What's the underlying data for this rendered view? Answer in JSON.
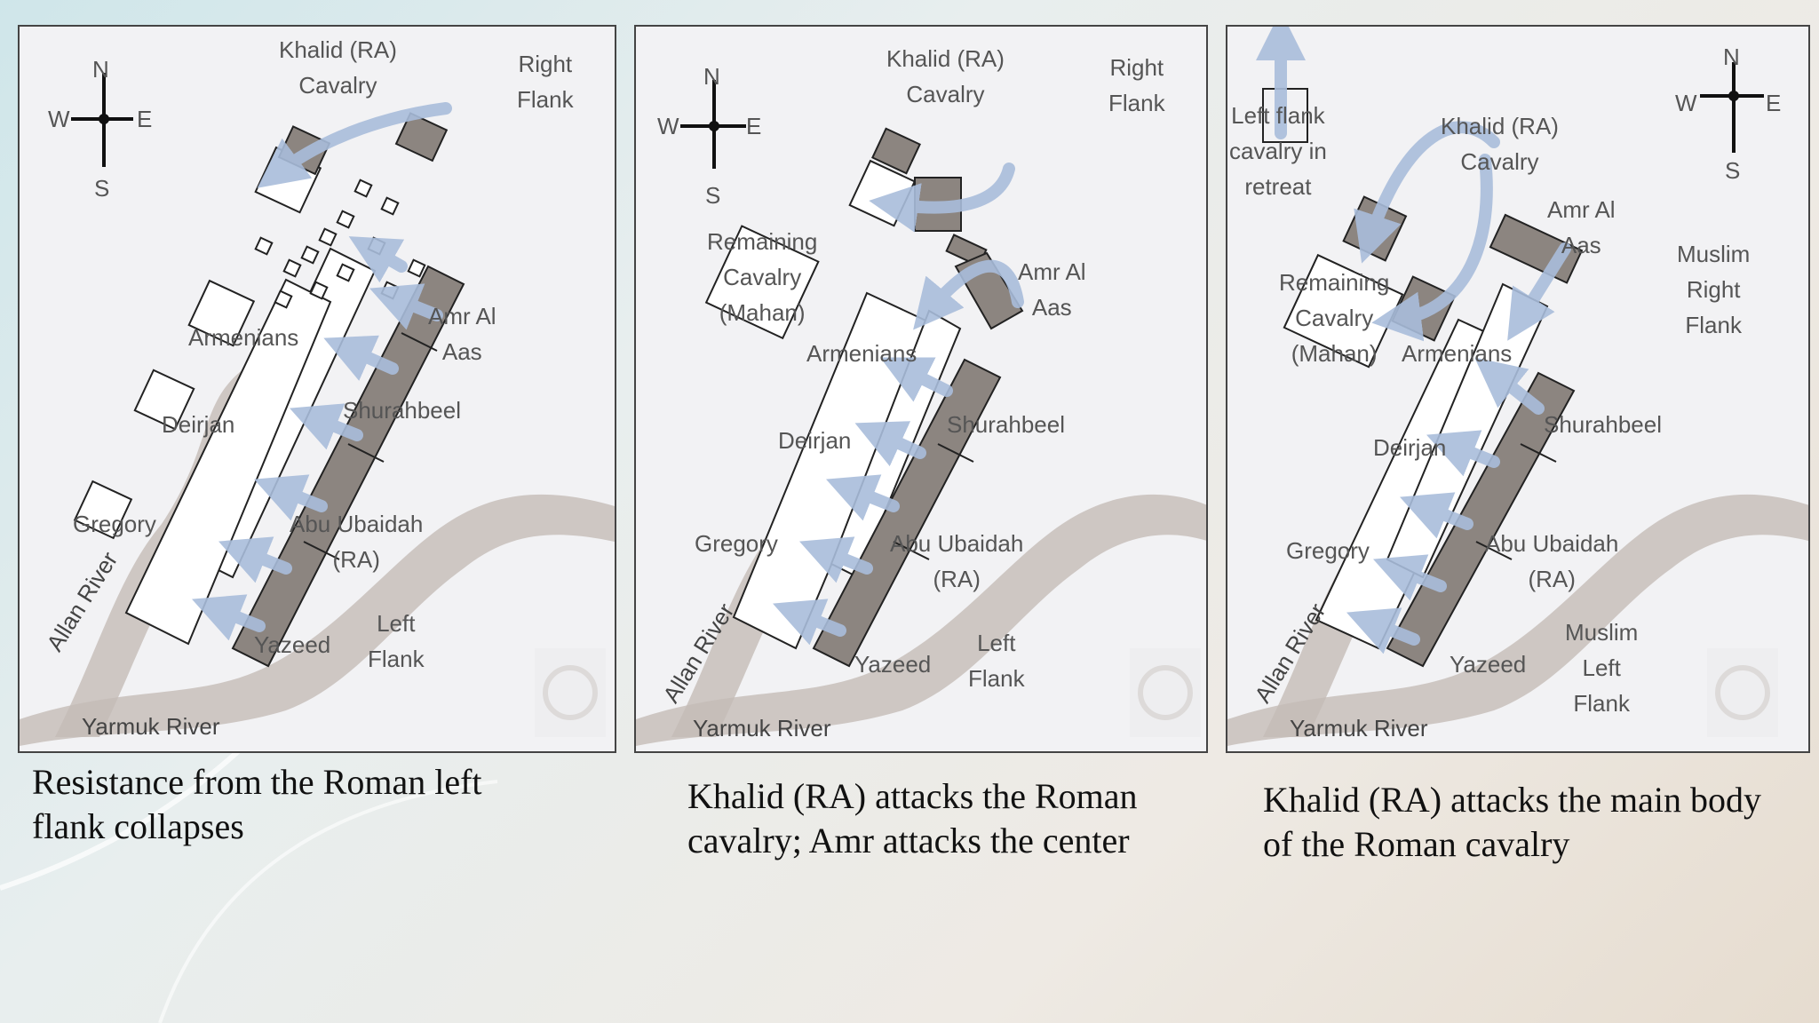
{
  "panels": [
    {
      "labels": {
        "khalid": [
          "Khalid (RA)",
          "Cavalry"
        ],
        "right_flank": [
          "Right",
          "Flank"
        ],
        "armenians": "Armenians",
        "amr": [
          "Amr Al",
          "Aas"
        ],
        "deirjan": "Deirjan",
        "shurahbeel": "Shurahbeel",
        "gregory": "Gregory",
        "abu_ubaidah": [
          "Abu Ubaidah",
          "(RA)"
        ],
        "yazeed": "Yazeed",
        "left_flank": [
          "Left",
          "Flank"
        ],
        "allan_river": "Allan River",
        "yarmuk_river": "Yarmuk River"
      },
      "caption": [
        "Resistance from the Roman left",
        "flank collapses"
      ]
    },
    {
      "labels": {
        "khalid": [
          "Khalid (RA)",
          "Cavalry"
        ],
        "right_flank": [
          "Right",
          "Flank"
        ],
        "remaining_cavalry": [
          "Remaining",
          "Cavalry",
          "(Mahan)"
        ],
        "amr": [
          "Amr Al",
          "Aas"
        ],
        "armenians": "Armenians",
        "shurahbeel": "Shurahbeel",
        "deirjan": "Deirjan",
        "gregory": "Gregory",
        "abu_ubaidah": [
          "Abu Ubaidah",
          "(RA)"
        ],
        "yazeed": "Yazeed",
        "left_flank": [
          "Left",
          "Flank"
        ],
        "allan_river": "Allan River",
        "yarmuk_river": "Yarmuk River"
      },
      "caption": [
        "Khalid (RA) attacks the Roman",
        "cavalry; Amr attacks the center"
      ]
    },
    {
      "labels": {
        "left_flank_retreat": [
          "Left flank",
          "cavalry in",
          "retreat"
        ],
        "khalid": [
          "Khalid (RA)",
          "Cavalry"
        ],
        "amr": [
          "Amr Al",
          "Aas"
        ],
        "muslim_right_flank": [
          "Muslim",
          "Right",
          "Flank"
        ],
        "remaining_cavalry": [
          "Remaining",
          "Cavalry",
          "(Mahan)"
        ],
        "armenians": "Armenians",
        "shurahbeel": "Shurahbeel",
        "deirjan": "Deirjan",
        "gregory": "Gregory",
        "abu_ubaidah": [
          "Abu Ubaidah",
          "(RA)"
        ],
        "muslim_left_flank": [
          "Muslim",
          "Left",
          "Flank"
        ],
        "yazeed": "Yazeed",
        "allan_river": "Allan River",
        "yarmuk_river": "Yarmuk River"
      },
      "caption": [
        "Khalid (RA) attacks the main body",
        "of the Roman cavalry"
      ]
    }
  ],
  "compass": {
    "n": "N",
    "s": "S",
    "e": "E",
    "w": "W"
  },
  "colors": {
    "muslim_unit": "#8c8580",
    "roman_unit": "#ffffff",
    "arrow": "#a9bddb",
    "river": "#c4bcb6",
    "panel_bg": "#f2f2f4"
  }
}
